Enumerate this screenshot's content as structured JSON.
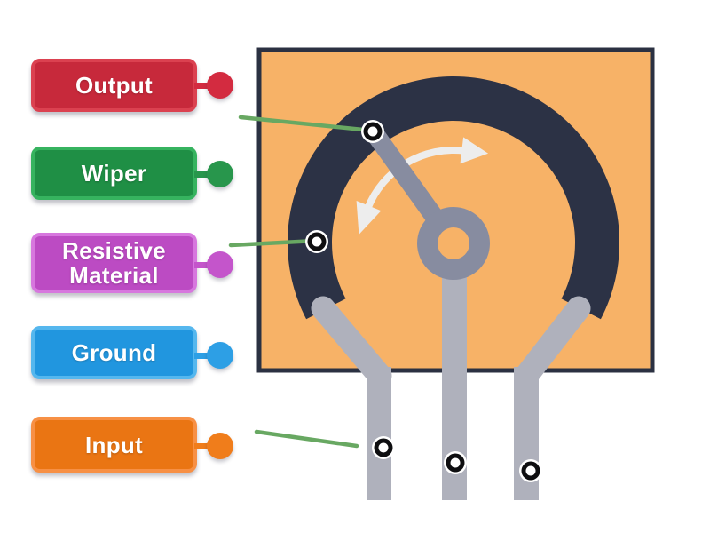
{
  "labels": [
    {
      "text": "Output",
      "fill": "#C7293B",
      "border": "#DB4150",
      "pin": "#D32B40",
      "css_vars": "--bg:#C7293B;--bd:#DB4150;--pin:#D32B40"
    },
    {
      "text": "Wiper",
      "fill": "#1F8F45",
      "border": "#36B35F",
      "pin": "#28964C",
      "css_vars": "--bg:#1F8F45;--bd:#36B35F;--pin:#28964C"
    },
    {
      "text": "Resistive Material",
      "fill": "#BC4BC3",
      "border": "#D777DE",
      "pin": "#C455CB",
      "css_vars": "--bg:#BC4BC3;--bd:#D777DE;--pin:#C455CB"
    },
    {
      "text": "Ground",
      "fill": "#2196DF",
      "border": "#55B7EE",
      "pin": "#2D9FE5",
      "css_vars": "--bg:#2196DF;--bd:#55B7EE;--pin:#2D9FE5"
    },
    {
      "text": "Input",
      "fill": "#EA7513",
      "border": "#F79045",
      "pin": "#F07D1B",
      "css_vars": "--bg:#EA7513;--bd:#F79045;--pin:#F07D1B"
    }
  ],
  "diagram": {
    "board_color": "#F7B267",
    "outline_color": "#2B3142",
    "track_color": "#2C3245",
    "leg_color": "#AFB1BC",
    "wiper_color": "#878CA0",
    "rotation_arrow_color": "#EDEDED",
    "leader_line_color": "#68A862",
    "connection_point_ring_color": "#0E0E10",
    "connection_point_fill_color": "#FFFFFF",
    "connection_point_count": 5,
    "leader_line_count": 3
  }
}
